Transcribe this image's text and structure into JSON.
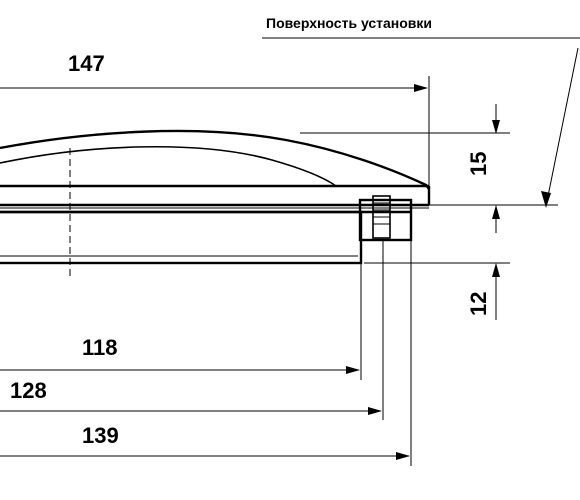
{
  "surface_label": "Поверхность установки",
  "dimensions": {
    "overall_width": "147",
    "inner_width_118": "118",
    "width_128": "128",
    "width_139": "139",
    "height_above": "15",
    "height_below": "12"
  }
}
